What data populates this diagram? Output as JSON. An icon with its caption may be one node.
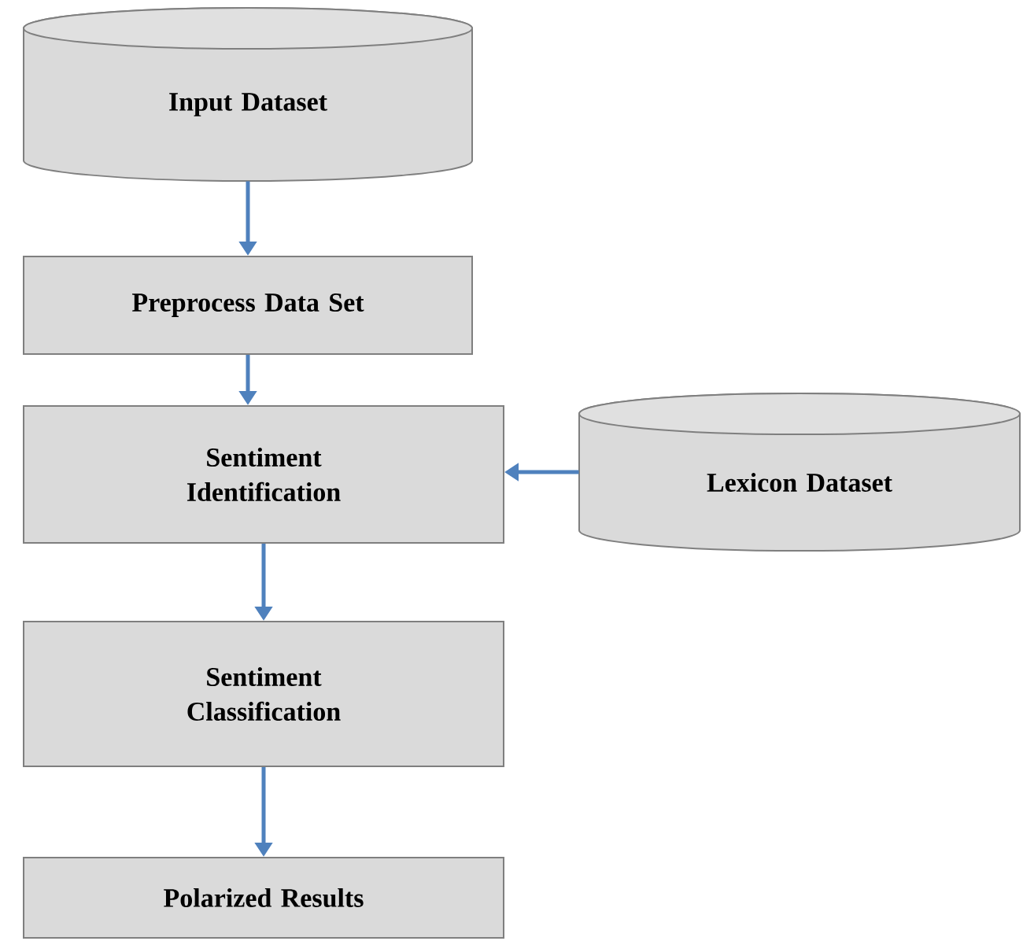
{
  "diagram": {
    "nodes": [
      {
        "text": [
          "Input Dataset"
        ]
      },
      {
        "text": [
          "Preprocess Data Set"
        ]
      },
      {
        "text": [
          "Sentiment Identification"
        ]
      },
      {
        "text": [
          "Lexicon Dataset"
        ]
      },
      {
        "text": [
          "Sentiment Classification"
        ]
      },
      {
        "text": [
          "Polarized Results"
        ]
      }
    ],
    "edges": [
      {
        "from": 0,
        "to": 1,
        "arrow": "to"
      },
      {
        "from": 1,
        "to": 2,
        "arrow": "to"
      },
      {
        "from": 3,
        "to": 2,
        "arrow": "to"
      },
      {
        "from": 2,
        "to": 4,
        "arrow": "to"
      },
      {
        "from": 4,
        "to": 5,
        "arrow": "to"
      }
    ]
  }
}
